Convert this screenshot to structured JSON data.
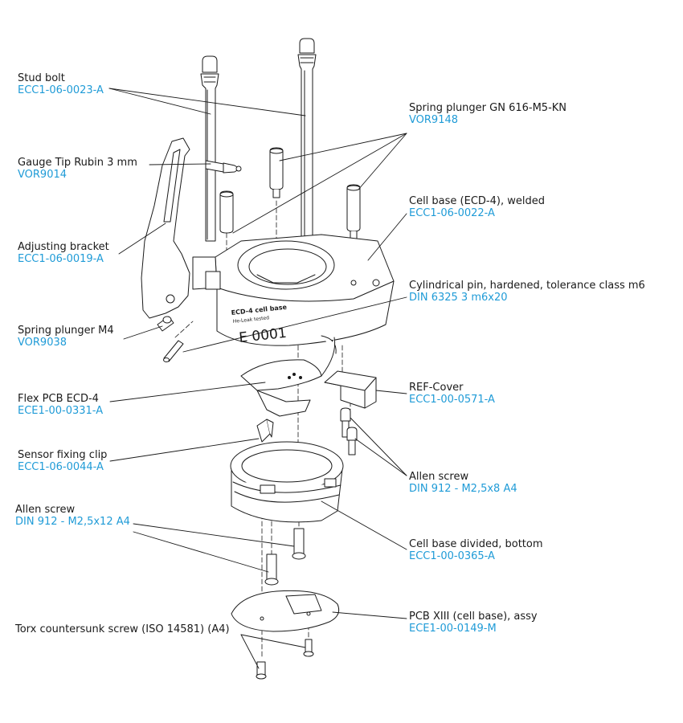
{
  "colors": {
    "text": "#1a1a1a",
    "code": "#1f9bd7",
    "line": "#1a1a1a"
  },
  "part_marking": {
    "title": "ECD-4 cell base",
    "subtitle": "He-Leak tested",
    "serial": "E 0001"
  },
  "labels": {
    "stud_bolt": {
      "name": "Stud bolt",
      "code": "ECC1-06-0023-A"
    },
    "gauge_tip": {
      "name": "Gauge Tip Rubin 3 mm",
      "code": "VOR9014"
    },
    "adjusting_bracket": {
      "name": "Adjusting bracket",
      "code": "ECC1-06-0019-A"
    },
    "spring_plunger_m4": {
      "name": "Spring plunger M4",
      "code": "VOR9038"
    },
    "flex_pcb": {
      "name": "Flex PCB ECD-4",
      "code": "ECE1-00-0331-A"
    },
    "sensor_clip": {
      "name": "Sensor fixing clip",
      "code": "ECC1-06-0044-A"
    },
    "allen_screw_left": {
      "name": "Allen screw",
      "code": "DIN 912 - M2,5x12 A4"
    },
    "torx_screw": {
      "name": "Torx countersunk screw (ISO 14581) (A4)",
      "code": ""
    },
    "spring_plunger_gn": {
      "name": "Spring plunger GN 616-M5-KN",
      "code": "VOR9148"
    },
    "cell_base_welded": {
      "name": "Cell base (ECD-4), welded",
      "code": "ECC1-06-0022-A"
    },
    "cylindrical_pin": {
      "name": "Cylindrical pin, hardened, tolerance class m6",
      "code": "DIN 6325 3  m6x20"
    },
    "ref_cover": {
      "name": "REF-Cover",
      "code": "ECC1-00-0571-A"
    },
    "allen_screw_right": {
      "name": "Allen screw",
      "code": "DIN 912 - M2,5x8 A4"
    },
    "cell_base_bottom": {
      "name": "Cell base divided, bottom",
      "code": "ECC1-00-0365-A"
    },
    "pcb_xiii": {
      "name": "PCB XIII (cell base), assy",
      "code": "ECE1-00-0149-M"
    }
  }
}
